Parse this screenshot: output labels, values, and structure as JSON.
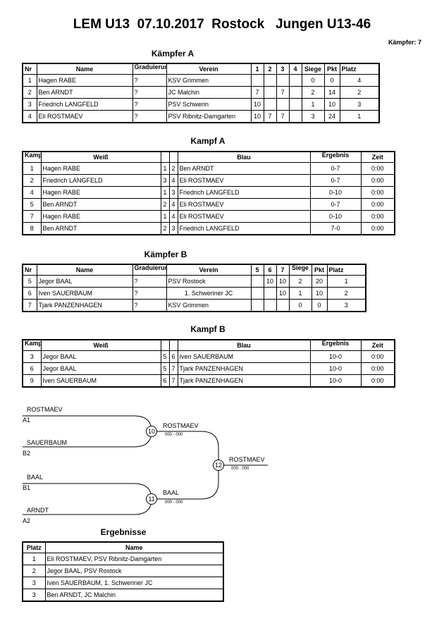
{
  "header": {
    "title": "LEM U13  07.10.2017  Rostock   Jungen U13-46",
    "count": "Kämpfer: 7"
  },
  "fightersA": {
    "title": "Kämpfer A",
    "headers": [
      "Nr",
      "Name",
      "Graduierung",
      "Verein",
      "1",
      "2",
      "3",
      "4",
      "Siege",
      "Pkt",
      "Platz"
    ],
    "rows": [
      [
        "1",
        "Hagen RABE",
        "?",
        "KSV Grimmen",
        "",
        "",
        "",
        "",
        "0",
        "0",
        "4"
      ],
      [
        "2",
        "Ben ARNDT",
        "?",
        "JC Malchin",
        "7",
        "",
        "7",
        "",
        "2",
        "14",
        "2"
      ],
      [
        "3",
        "Friedrich LANGFELD",
        "?",
        "PSV Schwerin",
        "10",
        "",
        "",
        "",
        "1",
        "10",
        "3"
      ],
      [
        "4",
        "Eli ROSTMAEV",
        "?",
        "PSV Ribnitz-Damgarten",
        "10",
        "7",
        "7",
        "",
        "3",
        "24",
        "1"
      ]
    ]
  },
  "fightsA": {
    "title": "Kampf A",
    "headers": [
      "Kampf",
      "Weiß",
      "",
      "",
      "Blau",
      "Ergebnis",
      "Zeit"
    ],
    "rows": [
      [
        "1",
        "Hagen RABE",
        "1",
        "2",
        "Ben ARNDT",
        "0-7",
        "0:00"
      ],
      [
        "2",
        "Friedrich LANGFELD",
        "3",
        "4",
        "Eli ROSTMAEV",
        "0-7",
        "0:00"
      ],
      [
        "4",
        "Hagen RABE",
        "1",
        "3",
        "Friedrich LANGFELD",
        "0-10",
        "0:00"
      ],
      [
        "5",
        "Ben ARNDT",
        "2",
        "4",
        "Eli ROSTMAEV",
        "0-7",
        "0:00"
      ],
      [
        "7",
        "Hagen RABE",
        "1",
        "4",
        "Eli ROSTMAEV",
        "0-10",
        "0:00"
      ],
      [
        "8",
        "Ben ARNDT",
        "2",
        "3",
        "Friedrich LANGFELD",
        "7-0",
        "0:00"
      ]
    ]
  },
  "fightersB": {
    "title": "Kämpfer B",
    "headers": [
      "Nr",
      "Name",
      "Graduierung",
      "Verein",
      "5",
      "6",
      "7",
      "Siege",
      "Pkt",
      "Platz"
    ],
    "rows": [
      [
        "5",
        "Jegor BAAL",
        "?",
        "PSV Rostock",
        "",
        "10",
        "10",
        "2",
        "20",
        "1"
      ],
      [
        "6",
        "Iven SAUERBAUM",
        "?",
        "1. Schweriner JC",
        "",
        "",
        "10",
        "1",
        "10",
        "2"
      ],
      [
        "7",
        "Tjark PANZENHAGEN",
        "?",
        "KSV Grimmen",
        "",
        "",
        "",
        "0",
        "0",
        "3"
      ]
    ]
  },
  "fightsB": {
    "title": "Kampf B",
    "headers": [
      "Kampf",
      "Weiß",
      "",
      "",
      "Blau",
      "Ergebnis",
      "Zeit"
    ],
    "rows": [
      [
        "3",
        "Jegor BAAL",
        "5",
        "6",
        "Iven SAUERBAUM",
        "10-0",
        "0:00"
      ],
      [
        "6",
        "Jegor BAAL",
        "5",
        "7",
        "Tjark PANZENHAGEN",
        "10-0",
        "0:00"
      ],
      [
        "9",
        "Iven SAUERBAUM",
        "6",
        "7",
        "Tjark PANZENHAGEN",
        "10-0",
        "0:00"
      ]
    ]
  },
  "bracket": {
    "entries": [
      {
        "name": "ROSTMAEV",
        "seed": "A1"
      },
      {
        "name": "SAUERBAUM",
        "seed": "B2"
      },
      {
        "name": "BAAL",
        "seed": "B1"
      },
      {
        "name": "ARNDT",
        "seed": "A2"
      }
    ],
    "matches": [
      {
        "num": "10",
        "winner": "ROSTMAEV",
        "score": "000 - 000"
      },
      {
        "num": "11",
        "winner": "BAAL",
        "score": "000 - 000"
      },
      {
        "num": "12",
        "winner": "ROSTMAEV",
        "score": "000 - 000"
      }
    ]
  },
  "results": {
    "title": "Ergebnisse",
    "headers": [
      "Platz",
      "Name"
    ],
    "rows": [
      [
        "1",
        "Eli ROSTMAEV, PSV Ribnitz-Damgarten"
      ],
      [
        "2",
        "Jegor BAAL, PSV Rostock"
      ],
      [
        "3",
        "Iven SAUERBAUM, 1. Schweriner JC"
      ],
      [
        "3",
        "Ben ARNDT, JC Malchin"
      ]
    ]
  }
}
